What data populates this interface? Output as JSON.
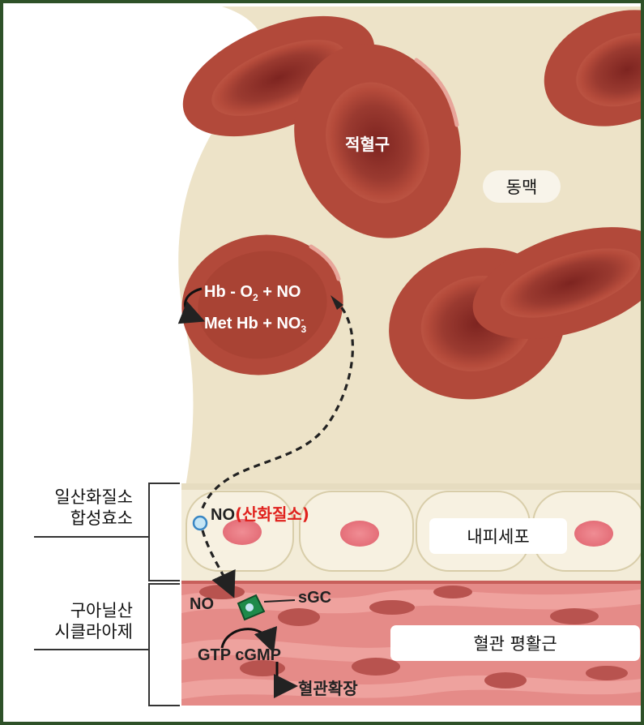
{
  "labels": {
    "rbc": "적혈구",
    "artery": "동맥",
    "endothelial": "내피세포",
    "smooth_muscle": "혈관 평활근",
    "nos_line1": "일산화질소",
    "nos_line2": "합성효소",
    "gcyc_line1": "구아닐산",
    "gcyc_line2": "시클라아제",
    "vasodilation": "혈관확장",
    "no_endo": "NO",
    "no_korean": "(산화질소)",
    "no_muscle": "NO",
    "sgc": "sGC",
    "gtp_cgmp": "GTP cGMP"
  },
  "reaction": {
    "line1": "Hb - O",
    "line1_sub": "2",
    "line1_tail": " + NO",
    "line2": "Met Hb + NO",
    "line2_sub": "3",
    "line2_sup": "-"
  },
  "colors": {
    "frame": "#2e5128",
    "plasma": "#ede3c8",
    "rbc_outer": "#b2493a",
    "rbc_inner": "#8a2a25",
    "endothelium": "#f5efdc",
    "smooth_muscle": "#e58d8a",
    "highlight_red": "#e0211d"
  }
}
